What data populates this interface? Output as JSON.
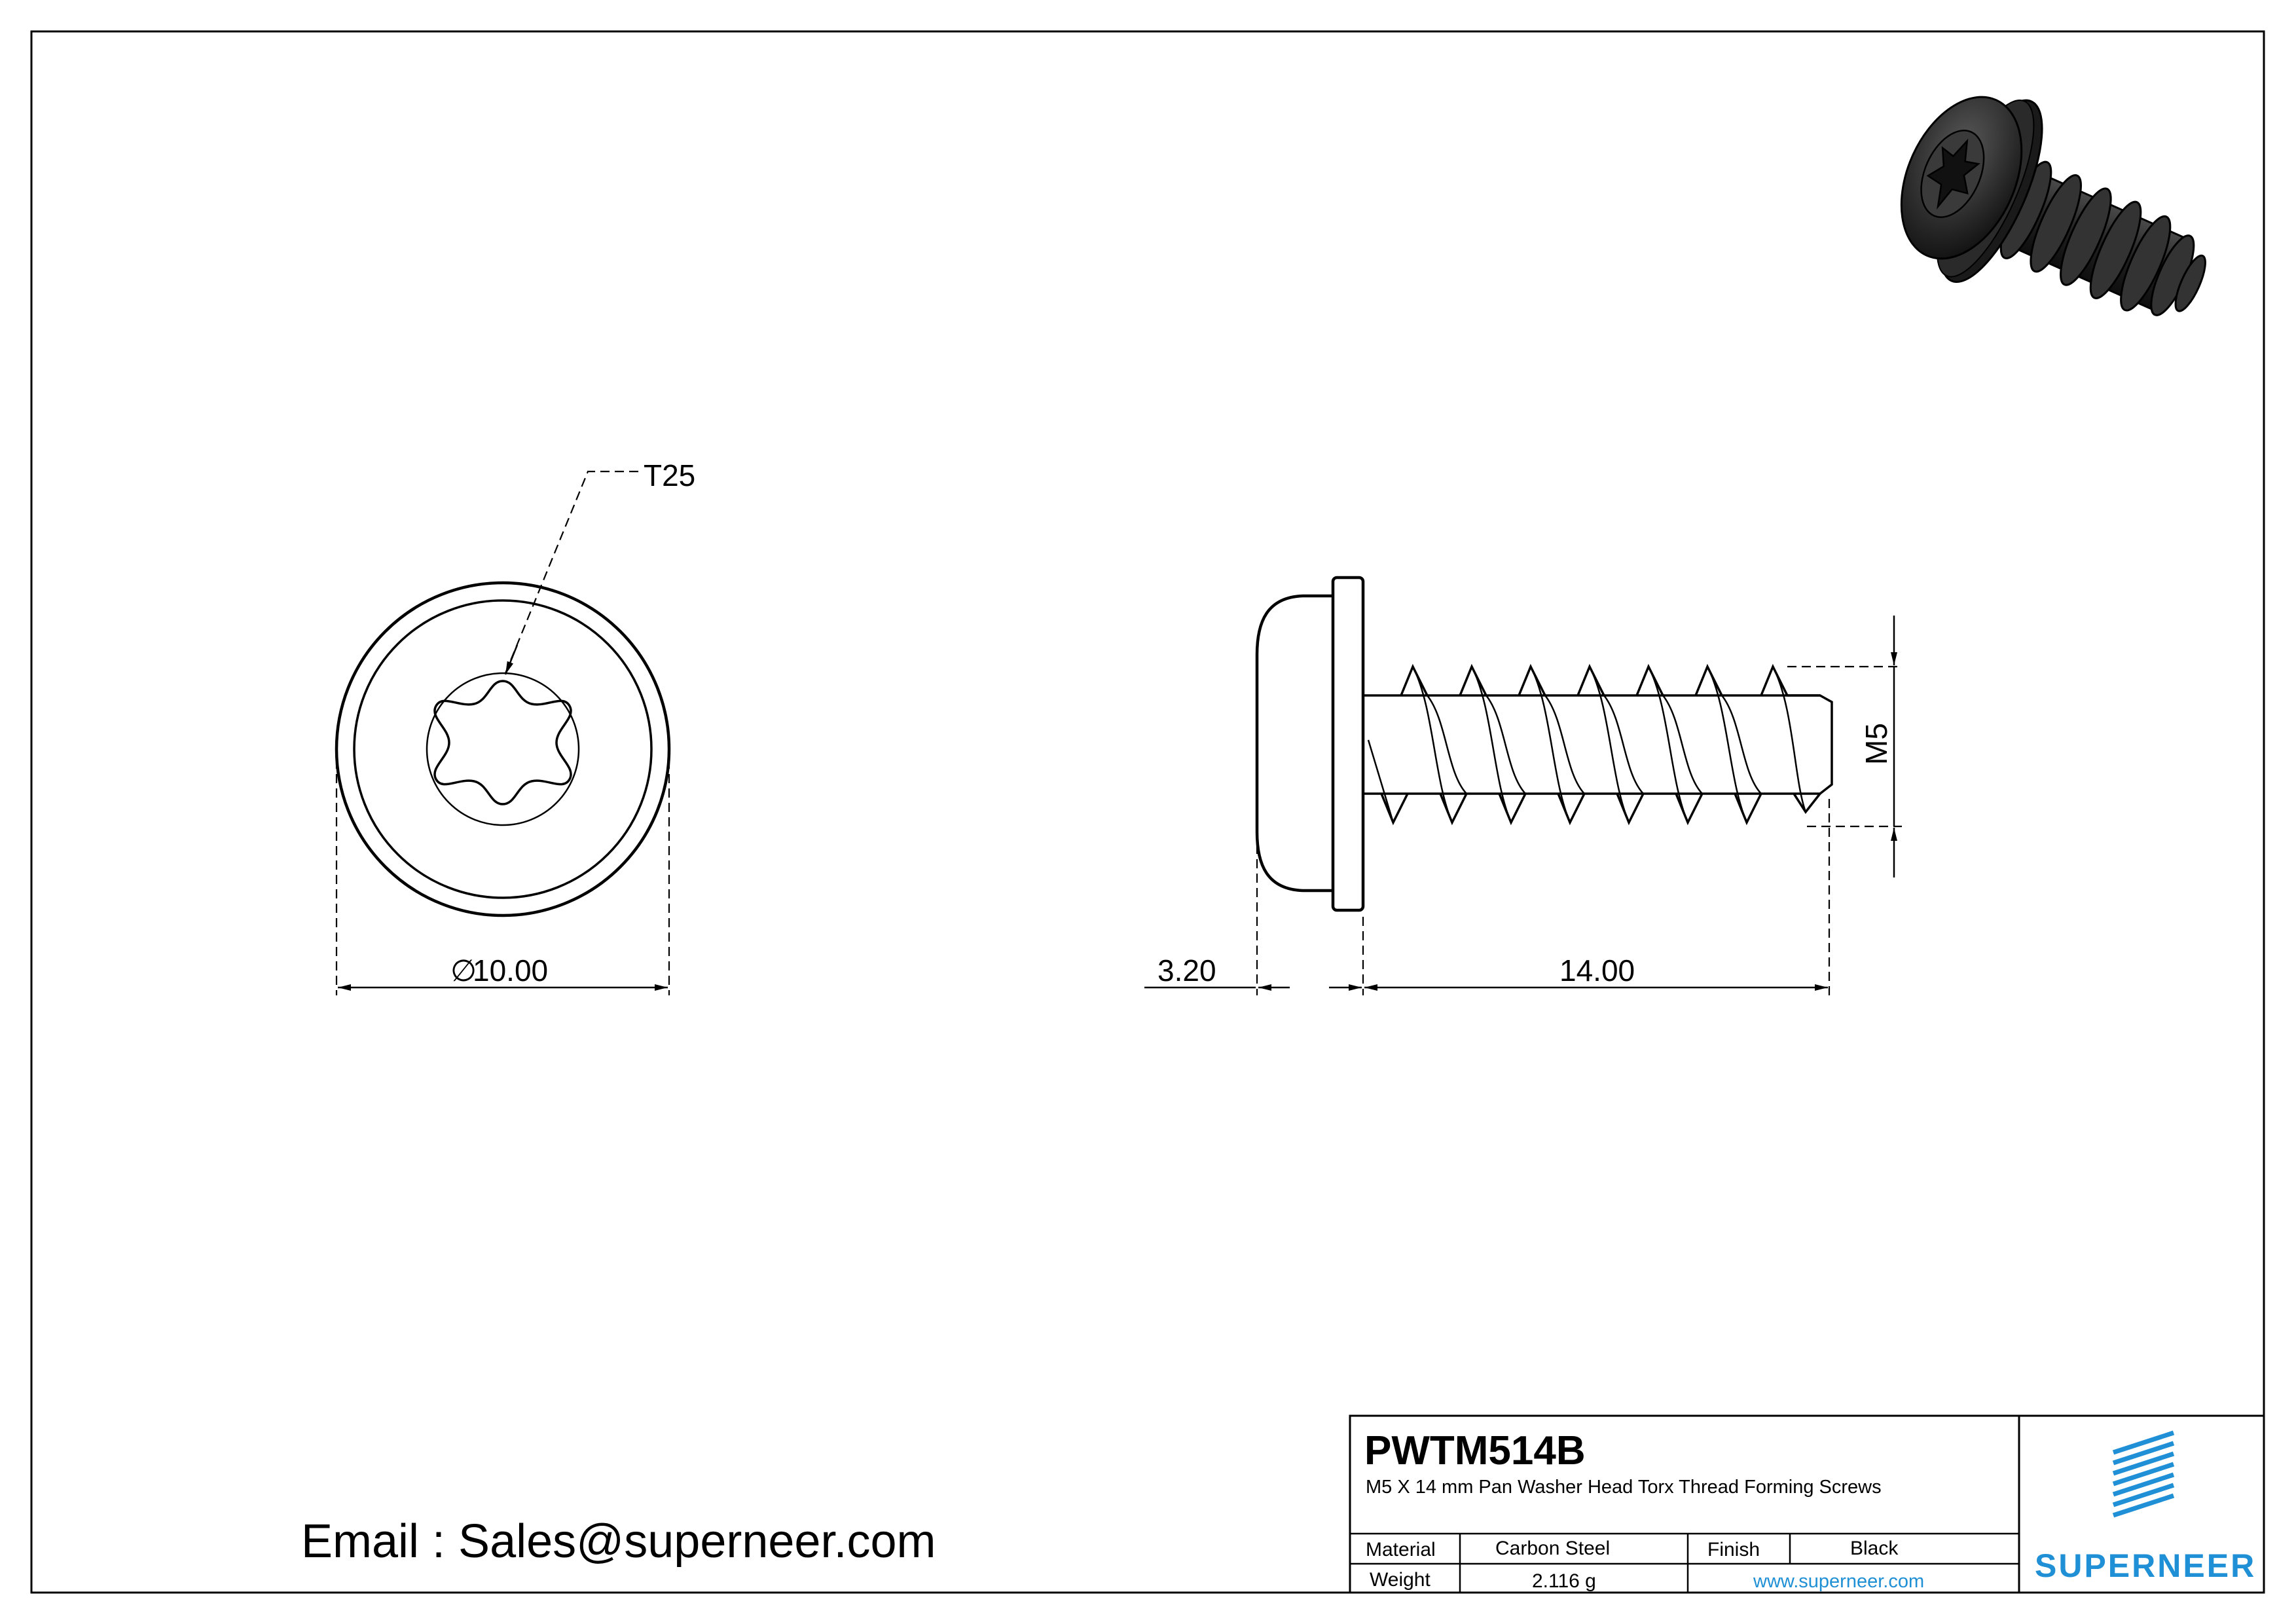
{
  "drawing": {
    "torx_label": "T25",
    "diameter_symbol": "∅",
    "diameter_value": "10.00",
    "head_height": "3.20",
    "length": "14.00",
    "thread_size": "M5"
  },
  "email_line": "Email : Sales@superneer.com",
  "title_block": {
    "part_number": "PWTM514B",
    "description": "M5 X 14 mm Pan Washer Head Torx Thread Forming Screws",
    "material_label": "Material",
    "material_value": "Carbon Steel",
    "finish_label": "Finish",
    "finish_value": "Black",
    "weight_label": "Weight",
    "weight_value": "2.116 g",
    "website": "www.superneer.com",
    "brand": "SUPERNEER"
  },
  "colors": {
    "brand_blue": "#1f8fd6",
    "line": "#000000",
    "screw_body": "#2b2b2b"
  }
}
